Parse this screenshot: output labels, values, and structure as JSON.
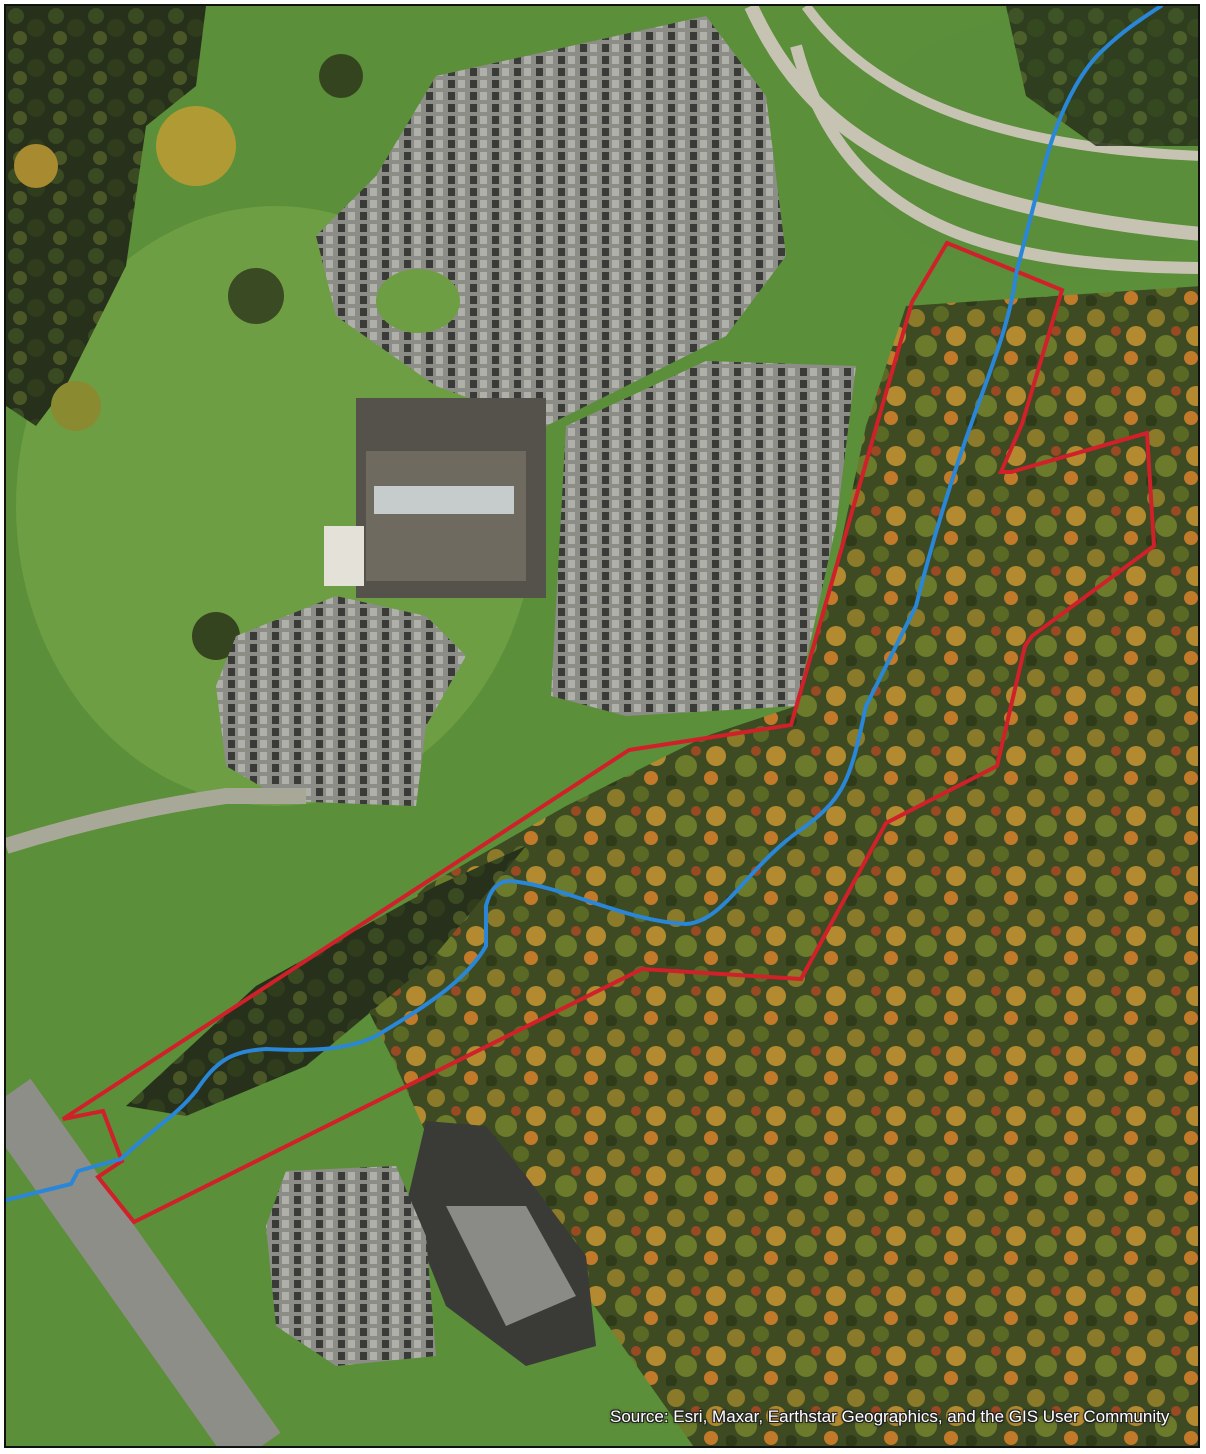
{
  "map": {
    "basemap": "satellite imagery",
    "attribution": "Source: Esri, Maxar, Earthstar Geographics, and the GIS User Community"
  },
  "overlays": {
    "boundary": {
      "color": "#d0202a",
      "kind": "project boundary polygon"
    },
    "stream": {
      "color": "#2a86d6",
      "kind": "stream centerline"
    }
  },
  "colors": {
    "lawn": "#5c8f3a",
    "lawn_light": "#7aa84c",
    "forest_dark": "#2e3a1c",
    "forest_autumn": "#a98a2a",
    "pavement": "#8a8a86",
    "road": "#b9b6a8",
    "roof": "#6e6a60"
  }
}
